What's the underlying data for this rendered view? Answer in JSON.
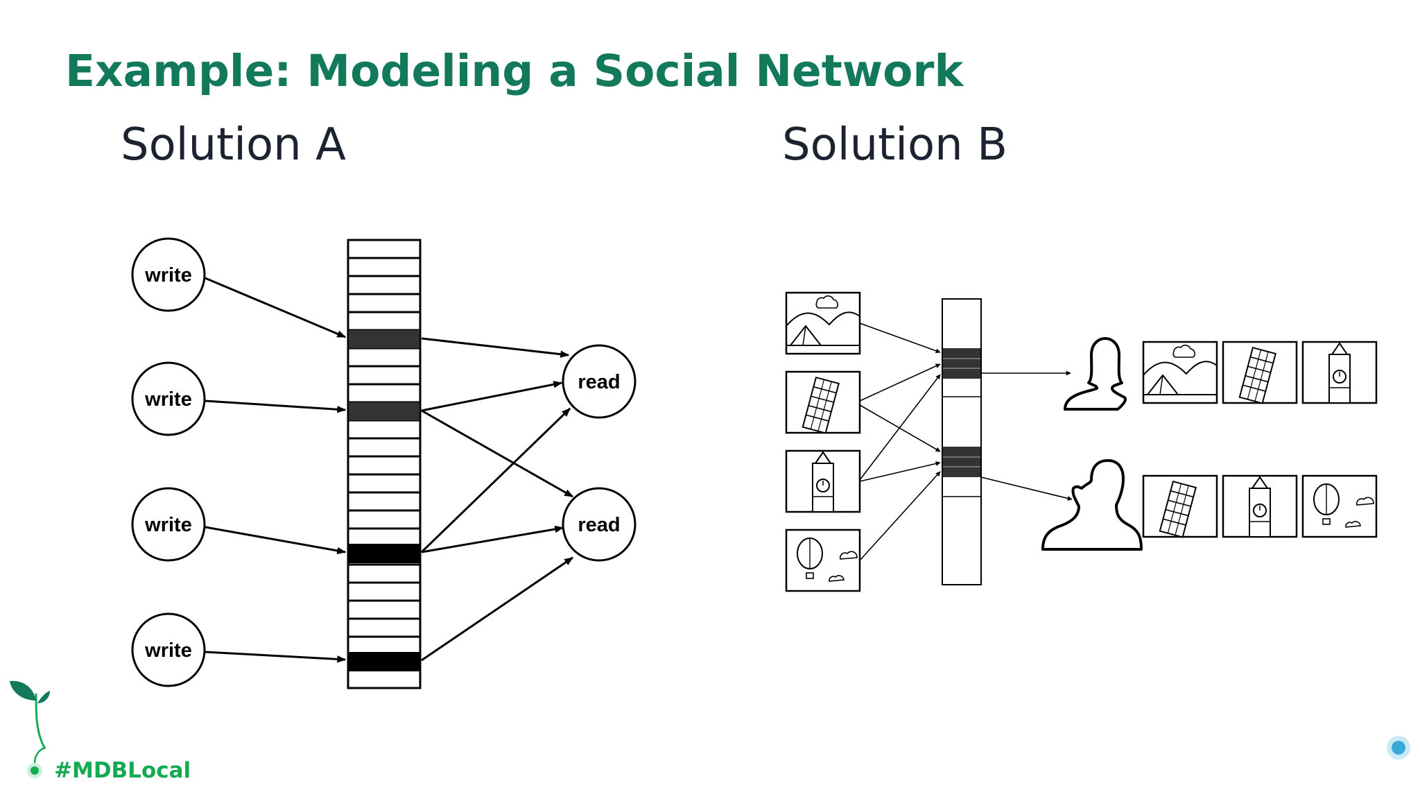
{
  "slide": {
    "title": "Example: Modeling a Social Network",
    "solution_a": {
      "heading": "Solution A"
    },
    "solution_b": {
      "heading": "Solution B"
    },
    "footer": {
      "hashtag": "#MDBLocal"
    }
  },
  "diagram_a": {
    "write_label": "write",
    "read_label": "read"
  },
  "colors": {
    "title": "#13795B",
    "brand_green": "#13AA52",
    "timeline_end": "#3AA8D8",
    "dark_cell": "#333333",
    "black_cell": "#000000"
  },
  "icons": {
    "photos": [
      "landscape-tent-icon",
      "leaning-tower-icon",
      "clock-tower-icon",
      "hot-air-balloon-icon"
    ],
    "users": [
      "female-user-icon",
      "male-user-icon"
    ],
    "brand": "sprout-leaf-icon"
  }
}
